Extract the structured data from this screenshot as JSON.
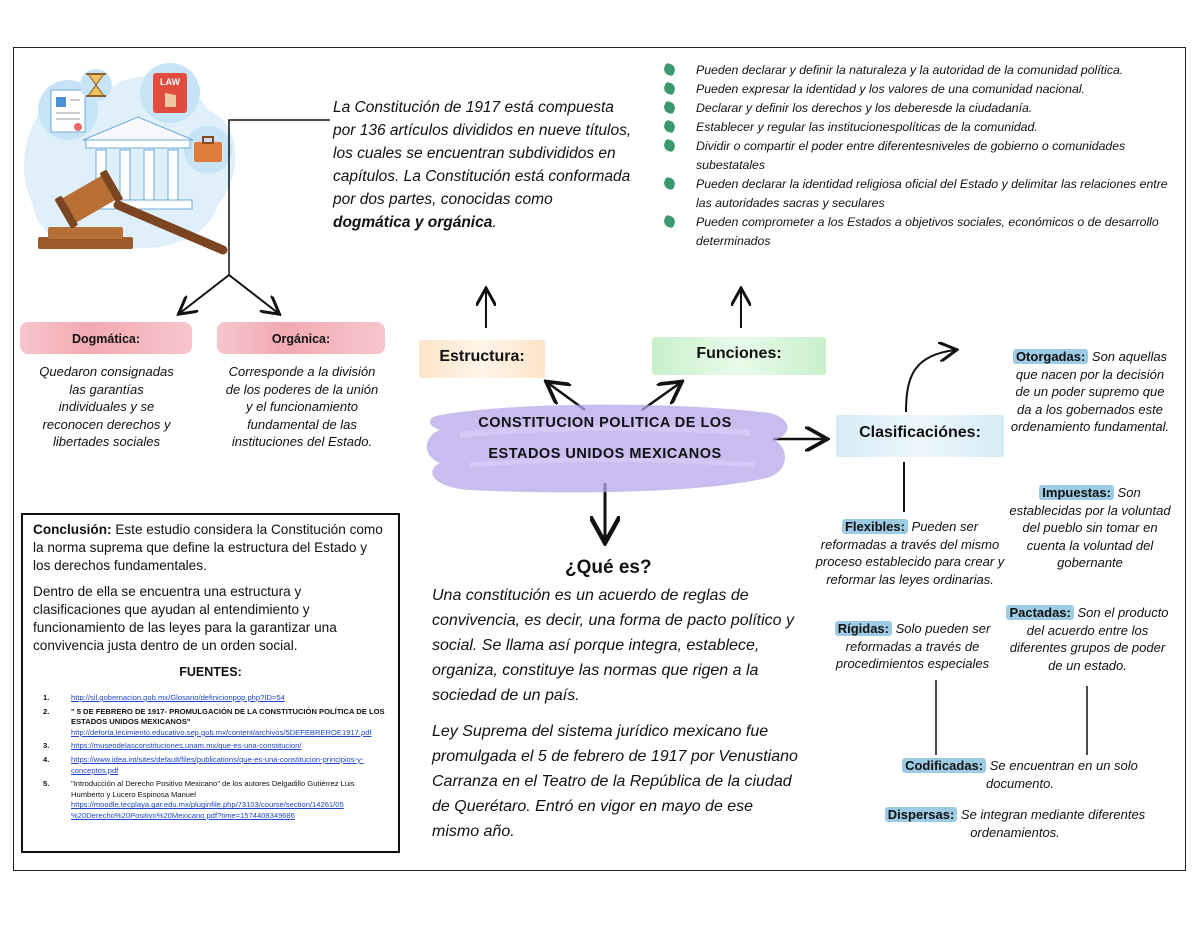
{
  "intro": {
    "text": "La Constitución de 1917 está compuesta por 136 artículos divididos en nueve títulos, los cuales se encuentran subdivididos en capítulos. La Constitución está conformada por dos partes, conocidas como ",
    "bold": "dogmática y orgánica",
    "end": "."
  },
  "funciones_list": [
    "Pueden declarar y definir la naturaleza y la autoridad de la comunidad política.",
    "Pueden expresar la identidad y los valores de una comunidad nacional.",
    "Declarar y definir los derechos y los deberesde la ciudadanía.",
    "Establecer y regular las institucionespolíticas de la comunidad.",
    "Dividir o compartir el poder entre diferentesniveles de gobierno o comunidades subestatales",
    "Pueden declarar la identidad religiosa oficial del Estado y delimitar las relaciones entre las autoridades sacras y seculares",
    "Pueden comprometer a los Estados a objetivos sociales, económicos o de desarrollo determinados"
  ],
  "estructura": {
    "label": "Estructura:"
  },
  "funciones": {
    "label": "Funciones:"
  },
  "clasificaciones": {
    "label": "Clasificaciónes:"
  },
  "center": {
    "line1": "CONSTITUCION POLITICA DE LOS",
    "line2": "ESTADOS UNIDOS MEXICANOS"
  },
  "dogmatica": {
    "title": "Dogmática:",
    "text": "Quedaron consignadas las garantías individuales y se reconocen derechos y libertades sociales"
  },
  "organica": {
    "title": "Orgánica:",
    "text": "Corresponde a la división de los poderes de la unión y el funcionamiento fundamental de las instituciones del Estado."
  },
  "conclusion": {
    "label": "Conclusión:",
    "p1": " Este estudio considera la Constitución como la norma suprema que define la estructura del Estado y los derechos fundamentales.",
    "p2": "Dentro de ella se encuentra una estructura y clasificaciones que ayudan al entendimiento y funcionamiento de las leyes para la garantizar una convivencia justa dentro de un orden social.",
    "fuentes": "FUENTES:",
    "sources": [
      {
        "n": "1.",
        "text": "",
        "link": "http://sil.gobernacion.gob.mx/Glosario/definicionpop.php?ID=54"
      },
      {
        "n": "2.",
        "text": "\" 5 DE FEBRERO DE 1917- PROMULGACIÓN DE LA CONSTITUCIÓN POLÍTICA DE LOS ESTADOS UNIDOS MEXICANOS\"",
        "link": "http://deforta.lecimiento.educativo.sep.gob.mx/content/archivos/5DEFEBREROE1917.pdf"
      },
      {
        "n": "3.",
        "text": "",
        "link": "https://museodelasconstituciones.unam.mx/que-es-una-constitucion/"
      },
      {
        "n": "4.",
        "text": "",
        "link": "https://www.idea.int/sites/default/files/publications/que-es-una-constitucion-principios-y-conceptos.pdf"
      },
      {
        "n": "5.",
        "text": "\"Introducción al Derecho Positivo Mexicano\" de los autores Delgadillo Gutiérrez Luis Humberto y Lucero Espinosa Manuel",
        "link": "https://moodle.tecplaya.gar.edu.mx/pluginfile.php/73103/course/section/14261/05 %20Derecho%20Positivo%20Mexicano.pdf?time=1574408349686"
      }
    ]
  },
  "que_es": {
    "title": "¿Qué es?",
    "p1": "Una constitución es un acuerdo de reglas de convivencia, es decir, una forma de pacto político y social. Se llama así porque integra, establece, organiza, constituye las normas que rigen a la sociedad de un país.",
    "p2": "Ley Suprema del sistema jurídico mexicano fue promulgada el 5 de febrero de 1917 por Venustiano Carranza en el Teatro de la República de la ciudad de Querétaro. Entró en vigor en mayo de ese mismo año."
  },
  "clasif_items": {
    "otorgadas": {
      "label": "Otorgadas:",
      "text": " Son aquellas que nacen por la decisión de un poder supremo que da a los gobernados este ordenamiento fundamental."
    },
    "impuestas": {
      "label": "Impuestas:",
      "text": " Son establecidas por la voluntad del pueblo sin tomar en cuenta la voluntad del gobernante"
    },
    "pactadas": {
      "label": "Pactadas:",
      "text": " Son el producto del acuerdo entre los diferentes grupos de poder de un estado."
    },
    "flexibles": {
      "label": "Flexibles:",
      "text": " Pueden ser reformadas a través del mismo proceso establecido para crear y reformar las leyes ordinarias."
    },
    "rigidas": {
      "label": "Rígidas:",
      "text": " Solo pueden ser reformadas a través de procedimientos especiales"
    },
    "codificadas": {
      "label": "Codificadas:",
      "text": " Se encuentran en un solo documento."
    },
    "dispersas": {
      "label": "Dispersas:",
      "text": " Se integran mediante diferentes ordenamientos."
    }
  },
  "colors": {
    "teal": "#3b9a6d",
    "pink": "#f2a9b2",
    "blue": "#9ccbe3",
    "green": "#c8f0cc",
    "purple": "#b7a6ea"
  },
  "icons": [
    "document-icon",
    "hourglass-icon",
    "law-book-icon",
    "briefcase-icon",
    "courthouse-icon",
    "gavel-icon"
  ]
}
